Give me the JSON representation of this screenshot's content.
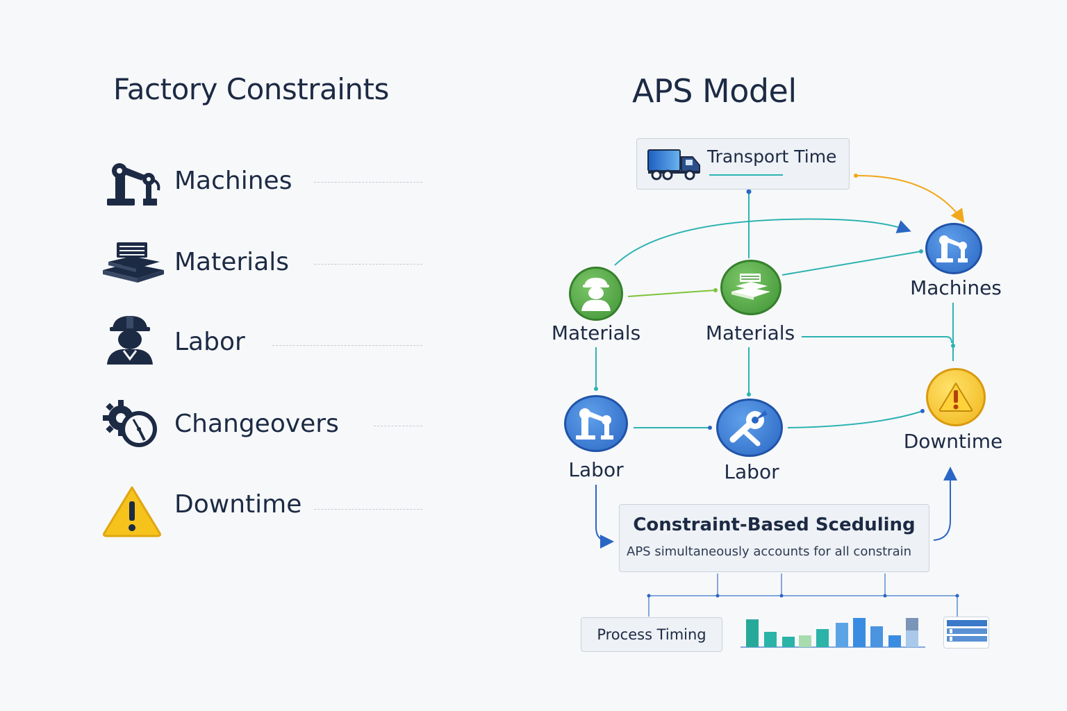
{
  "left": {
    "title": "Factory Constraints",
    "items": [
      {
        "label": "Machines",
        "icon": "robot-arm-icon"
      },
      {
        "label": "Materials",
        "icon": "material-stack-icon"
      },
      {
        "label": "Labor",
        "icon": "worker-icon"
      },
      {
        "label": "Changeovers",
        "icon": "gear-clock-icon"
      },
      {
        "label": "Downtime",
        "icon": "warning-icon"
      }
    ]
  },
  "right": {
    "title": "APS Model",
    "transport": {
      "label": "Transport Time",
      "icon": "truck-icon"
    },
    "nodes": {
      "materials_a": "Materials",
      "materials_b": "Materials",
      "machines": "Machines",
      "labor_a": "Labor",
      "labor_b": "Labor",
      "downtime": "Downtime"
    },
    "scheduling": {
      "title": "Constraint-Based Sceduling",
      "subtitle": "APS simultaneously accounts for all constrain"
    },
    "process_timing": "Process Timing"
  },
  "colors": {
    "navy": "#1c2a44",
    "blue": "#2a66c4",
    "green": "#3f9335",
    "yellow": "#f0b51a",
    "teal": "#2bb3b1"
  }
}
